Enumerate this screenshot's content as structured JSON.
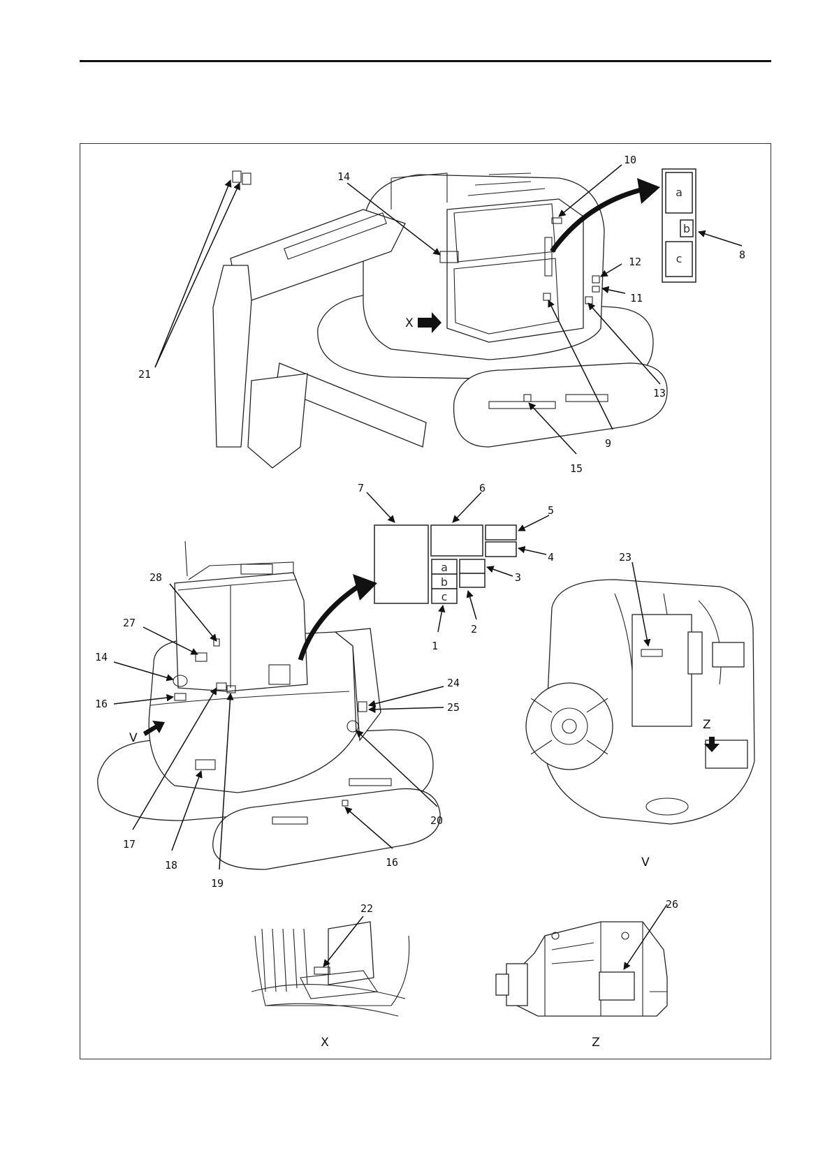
{
  "callouts": {
    "n1": "1",
    "n2": "2",
    "n3": "3",
    "n4": "4",
    "n5": "5",
    "n6": "6",
    "n7": "7",
    "n8": "8",
    "n9": "9",
    "n10": "10",
    "n11": "11",
    "n12": "12",
    "n13": "13",
    "n14a": "14",
    "n14b": "14",
    "n15": "15",
    "n16a": "16",
    "n16b": "16",
    "n17": "17",
    "n18": "18",
    "n19": "19",
    "n20": "20",
    "n21": "21",
    "n22": "22",
    "n23": "23",
    "n24": "24",
    "n25": "25",
    "n26": "26",
    "n27": "27",
    "n28": "28"
  },
  "sublabels": {
    "top_a": "a",
    "top_b": "b",
    "top_c": "c",
    "mid_a": "a",
    "mid_b": "b",
    "mid_c": "c"
  },
  "views": {
    "x_arrow": "X",
    "v_arrow": "V",
    "z_arrow": "Z",
    "v_caption": "V",
    "x_caption": "X",
    "z_caption": "Z"
  }
}
